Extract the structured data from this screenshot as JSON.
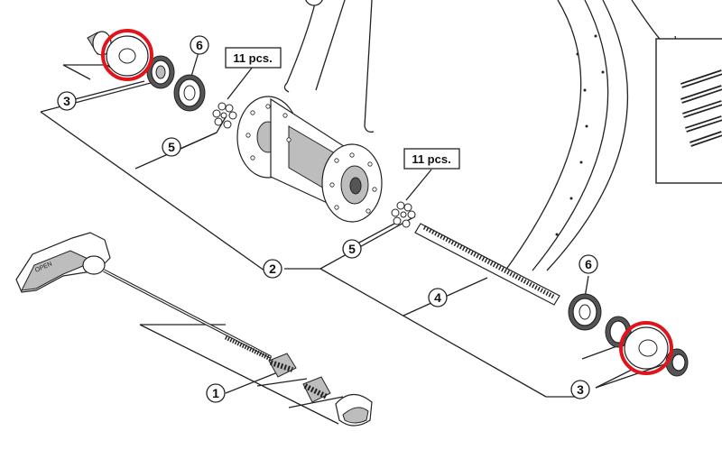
{
  "callouts": {
    "c1": "1",
    "c2": "2",
    "c3_top": "3",
    "c3_bottom": "3",
    "c4": "4",
    "c5_top": "5",
    "c5_bottom": "5",
    "c6_top": "6",
    "c6_bottom": "6"
  },
  "quantity_labels": {
    "balls_top": "11 pcs.",
    "balls_bottom": "11 pcs."
  },
  "highlight_color": "#e0141b",
  "lever_text": "OPEN"
}
